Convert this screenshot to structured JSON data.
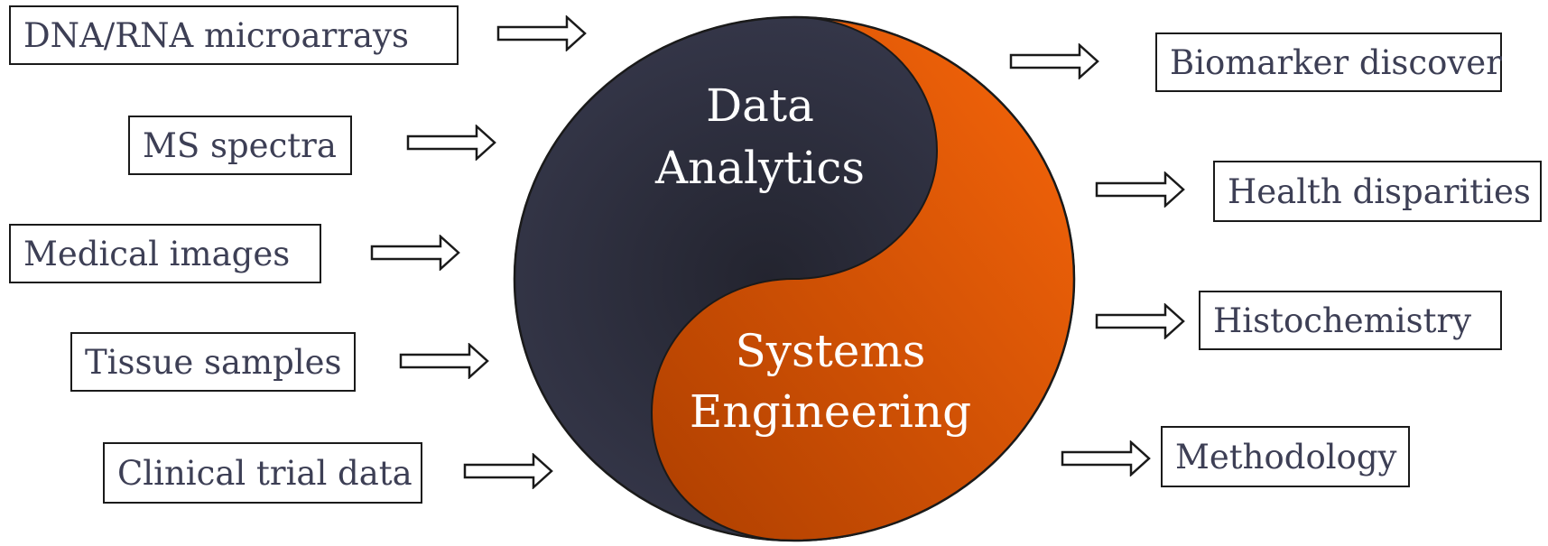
{
  "inputs": [
    "DNA/RNA microarrays",
    "MS spectra",
    "Medical images",
    "Tissue samples",
    "Clinical trial data"
  ],
  "outputs": [
    "Biomarker discover",
    "Health disparities",
    "Histochemistry",
    "Methodology"
  ],
  "center": {
    "top_line1": "Data",
    "top_line2": "Analytics",
    "bottom_line1": "Systems",
    "bottom_line2": "Engineering"
  },
  "colors": {
    "dark": "#2e3042",
    "orange": "#e85a08",
    "outline": "#1a1a1a",
    "text": "#3d3f55"
  }
}
